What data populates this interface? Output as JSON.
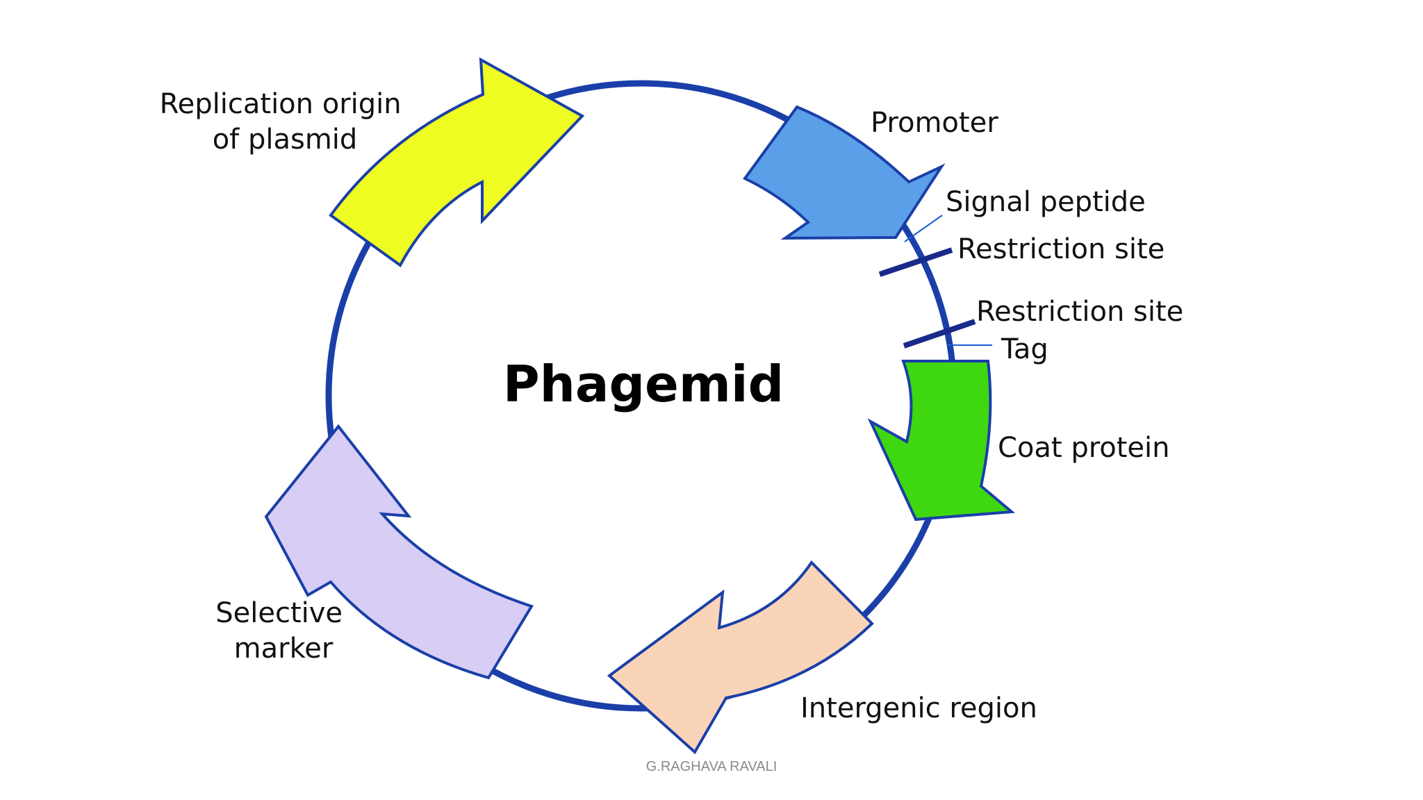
{
  "diagram": {
    "title": "Phagemid",
    "segments": [
      {
        "name": "replication-origin",
        "label_lines": [
          "Replication origin",
          "of plasmid"
        ],
        "color": "#eefc22"
      },
      {
        "name": "promoter",
        "label_lines": [
          "Promoter"
        ],
        "color": "#5b9fe8"
      },
      {
        "name": "coat-protein",
        "label_lines": [
          "Coat protein"
        ],
        "color": "#3fd810"
      },
      {
        "name": "intergenic-region",
        "label_lines": [
          "Intergenic region"
        ],
        "color": "#fad4b8"
      },
      {
        "name": "selective-marker",
        "label_lines": [
          "Selective",
          "marker"
        ],
        "color": "#d8cdf4"
      }
    ],
    "callouts": {
      "signal_peptide": "Signal peptide",
      "restriction_site_1": "Restriction site",
      "restriction_site_2": "Restriction site",
      "tag": "Tag"
    },
    "outline_color": "#1a3fa8",
    "ring_color": "#1a3fa8"
  },
  "footer": {
    "author": "G.RAGHAVA RAVALI"
  }
}
